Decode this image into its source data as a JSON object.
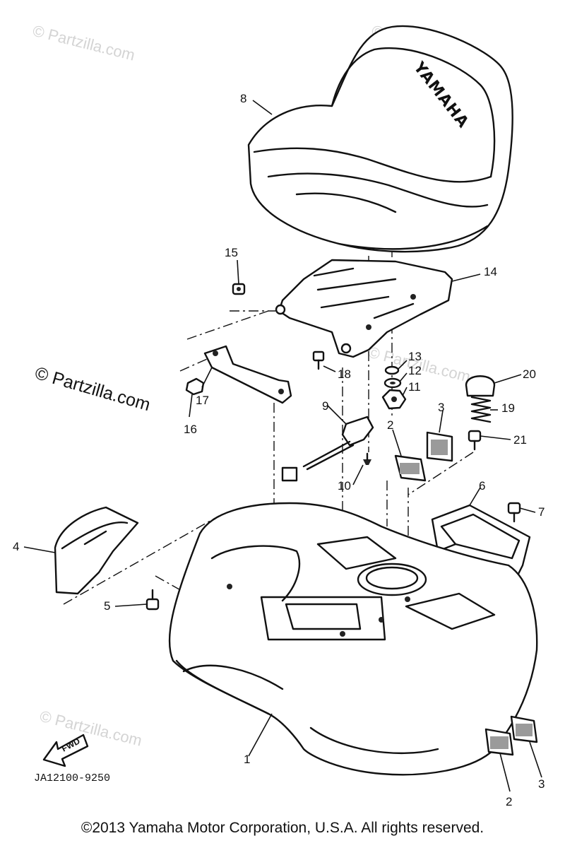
{
  "brand_text": "YAMAHA",
  "watermark_main": "© Partzilla.com",
  "watermark_faint": "© Partzilla.com",
  "diagram_code": "JA12100-9250",
  "fwd_label": "FWD",
  "copyright": "©2013  Yamaha Motor Corporation, U.S.A. All rights reserved.",
  "callouts": {
    "c1": "1",
    "c2a": "2",
    "c2b": "2",
    "c3a": "3",
    "c3b": "3",
    "c4": "4",
    "c5": "5",
    "c6": "6",
    "c7": "7",
    "c8": "8",
    "c9": "9",
    "c10": "10",
    "c11": "11",
    "c12": "12",
    "c13": "13",
    "c14": "14",
    "c15": "15",
    "c16": "16",
    "c17": "17",
    "c18": "18",
    "c19": "19",
    "c20": "20",
    "c21": "21"
  }
}
